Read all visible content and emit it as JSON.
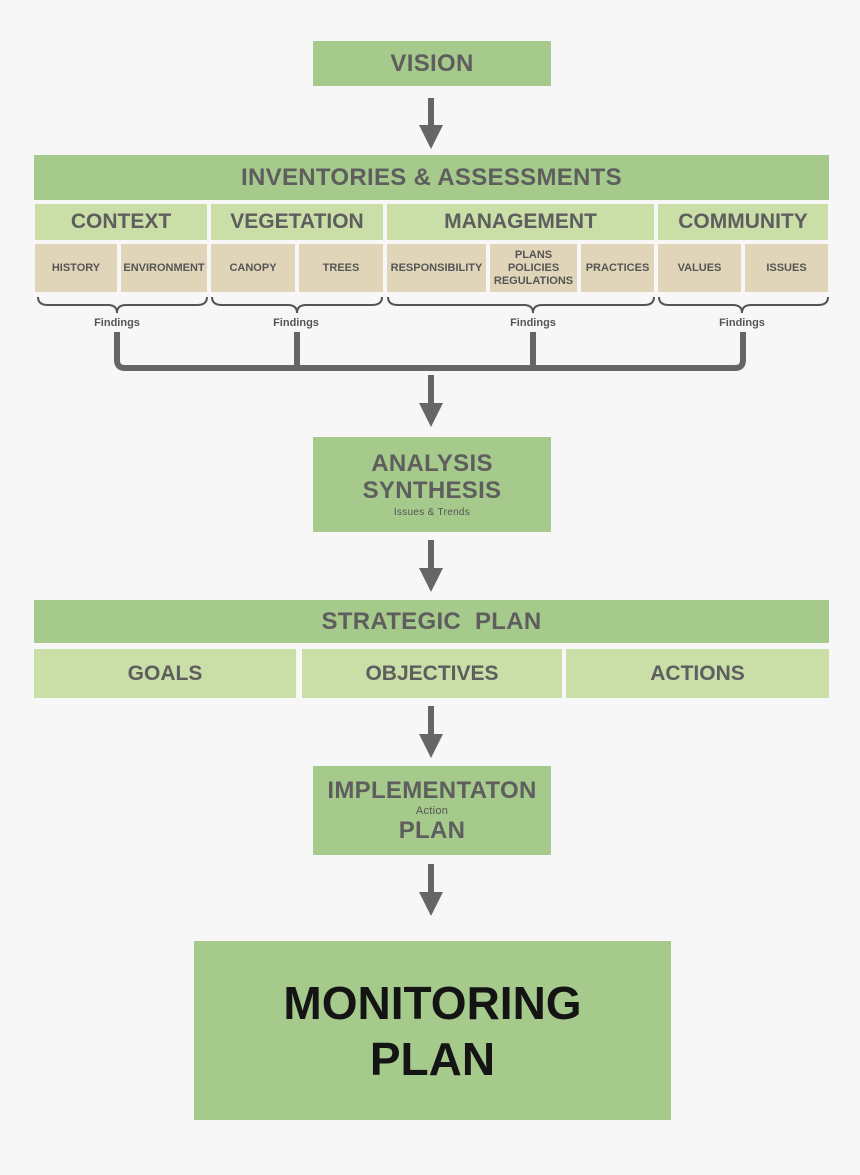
{
  "vision": "VISION",
  "inventories": {
    "title": "INVENTORIES & ASSESSMENTS",
    "categories": [
      {
        "label": "CONTEXT",
        "items": [
          "HISTORY",
          "ENVIRONMENT"
        ]
      },
      {
        "label": "VEGETATION",
        "items": [
          "CANOPY",
          "TREES"
        ]
      },
      {
        "label": "MANAGEMENT",
        "items": [
          "RESPONSIBILITY",
          [
            "PLANS",
            "POLICIES",
            "REGULATIONS"
          ],
          "PRACTICES"
        ]
      },
      {
        "label": "COMMUNITY",
        "items": [
          "VALUES",
          "ISSUES"
        ]
      }
    ],
    "findings": [
      "Findings",
      "Findings",
      "Findings",
      "Findings"
    ]
  },
  "analysis": {
    "line1": "ANALYSIS",
    "line2": "SYNTHESIS",
    "small": "Issues & Trends"
  },
  "strategic": {
    "title": "STRATEGIC  PLAN",
    "items": [
      "GOALS",
      "OBJECTIVES",
      "ACTIONS"
    ]
  },
  "implementation": {
    "line1": "IMPLEMENTATON",
    "small": "Action",
    "line2": "PLAN"
  },
  "monitoring": {
    "line1": "MONITORING",
    "line2": "PLAN"
  },
  "colors": {
    "dark_green": "#a6c98c",
    "light_green": "#cadea7",
    "tan": "#e1d5b9",
    "arrow": "#666666"
  }
}
